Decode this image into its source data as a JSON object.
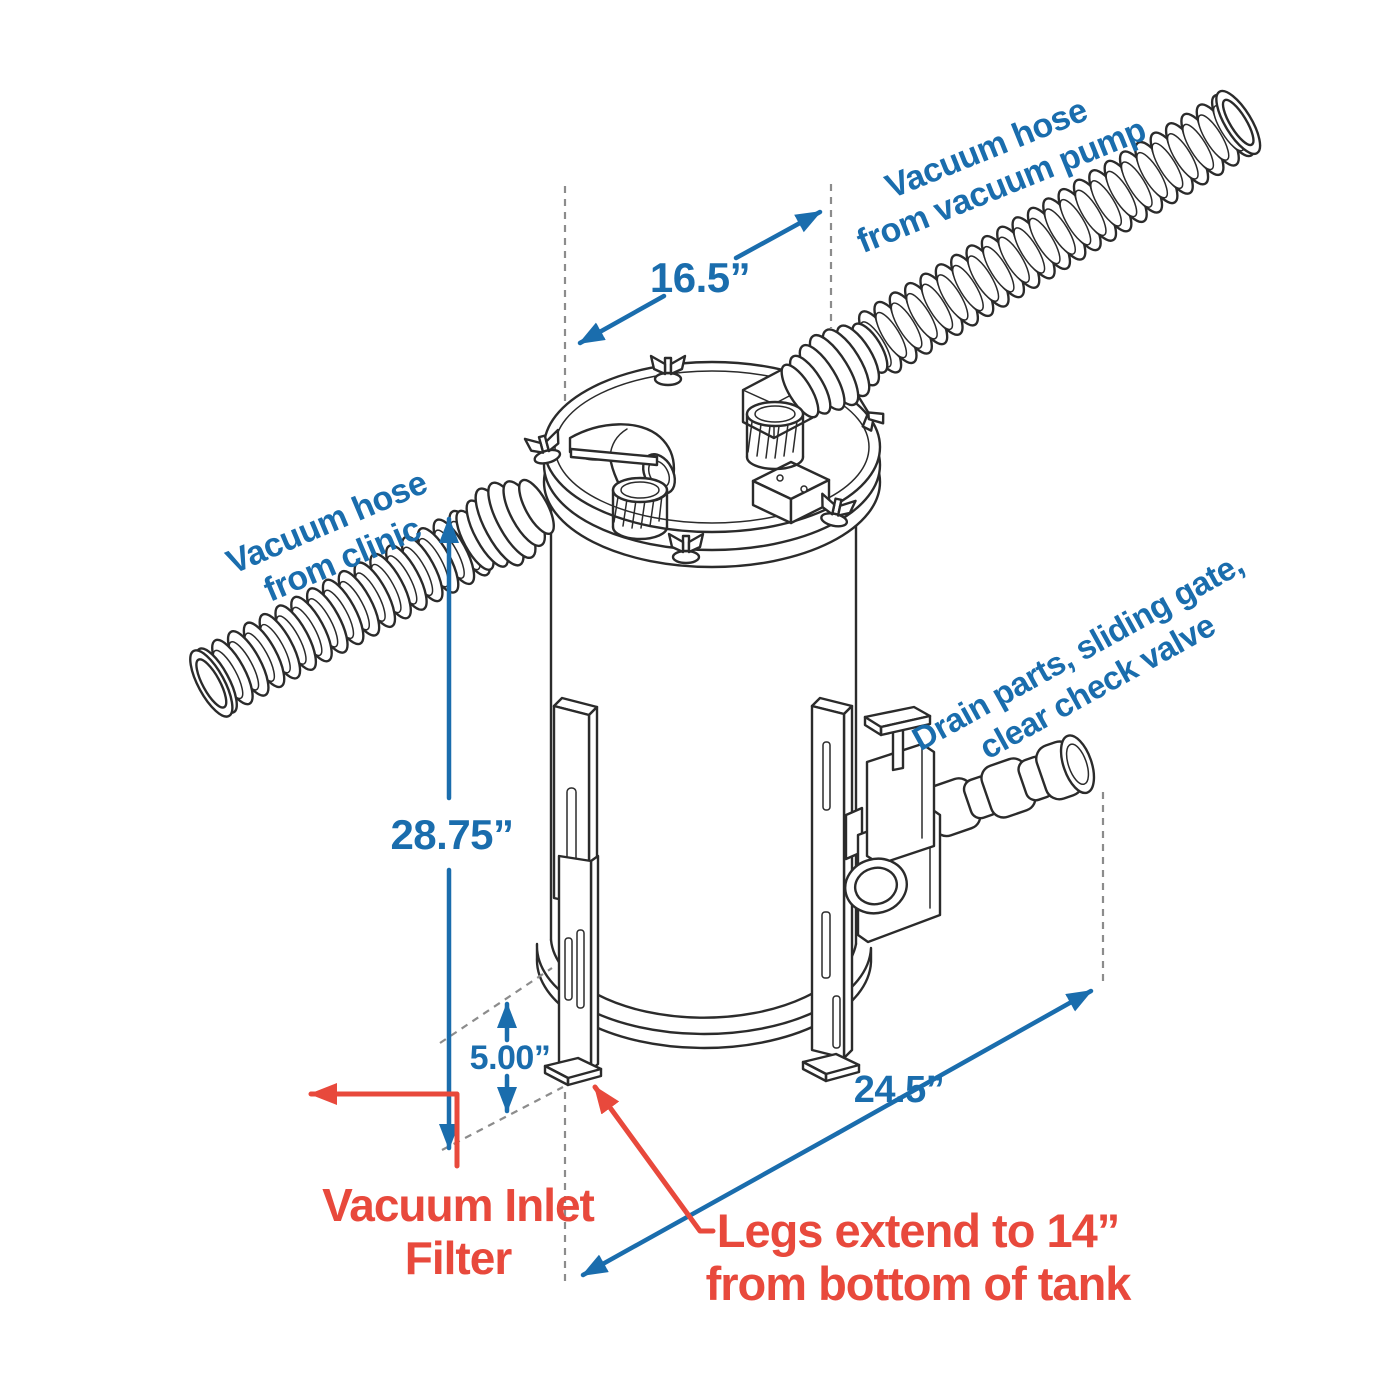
{
  "figure": {
    "type": "isometric-technical-illustration",
    "subject": "Vacuum inlet filter tank with hoses, legs and drain valve",
    "background": "#ffffff",
    "colors": {
      "dimension_blue": "#1a6dad",
      "callout_red": "#e8493c",
      "line_art": "#2b2b2b",
      "guide_gray": "#8c8c8c"
    },
    "dimensions": {
      "top_width": {
        "label": "16.5”"
      },
      "overall_height": {
        "label": "28.75”"
      },
      "leg_extension": {
        "label": "5.00”"
      },
      "base_depth": {
        "label": "24.5”"
      }
    },
    "callouts": {
      "pump_hose": {
        "line1": "Vacuum hose",
        "line2": "from vacuum pump",
        "color": "blue"
      },
      "clinic_hose": {
        "line1": "Vacuum hose",
        "line2": "from clinic",
        "color": "blue"
      },
      "drain": {
        "line1": "Drain parts, sliding gate,",
        "line2": "clear check valve",
        "color": "blue"
      },
      "inlet_filter": {
        "line1": "Vacuum Inlet",
        "line2": "Filter",
        "color": "red"
      },
      "legs": {
        "line1": "Legs extend to 14”",
        "line2": "from bottom of tank",
        "color": "red"
      }
    }
  }
}
